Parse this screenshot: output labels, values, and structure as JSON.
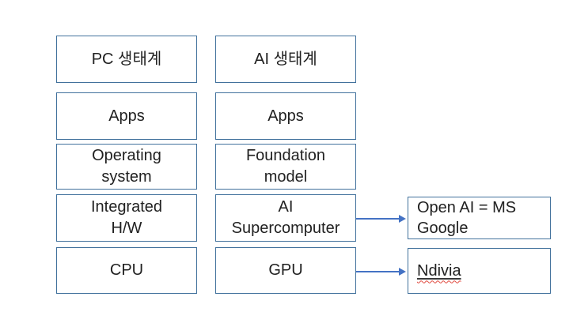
{
  "diagram": {
    "pc_column": {
      "header": "PC 생태계",
      "rows": [
        {
          "line1": "Apps"
        },
        {
          "line1": "Operating",
          "line2": "system"
        },
        {
          "line1": "Integrated",
          "line2": "H/W"
        },
        {
          "line1": "CPU"
        }
      ]
    },
    "ai_column": {
      "header": "AI 생태계",
      "rows": [
        {
          "line1": "Apps"
        },
        {
          "line1": "Foundation",
          "line2": "model"
        },
        {
          "line1": "AI",
          "line2": "Supercomputer"
        },
        {
          "line1": "GPU"
        }
      ]
    },
    "notes": {
      "supercomputer_vendors": {
        "line1": "Open AI = MS",
        "line2": "Google"
      },
      "gpu_vendor": {
        "line1": "Ndivia",
        "spellcheck_squiggle": true
      }
    },
    "connections": [
      {
        "from": "AI Supercomputer",
        "to": "Open AI = MS Google"
      },
      {
        "from": "GPU",
        "to": "Ndivia"
      }
    ],
    "colors": {
      "background": "#FFFFFF",
      "box_border": "#41719C",
      "arrow": "#4472C4",
      "text": "#212121",
      "spellcheck_underline": "#E04A3F"
    }
  }
}
